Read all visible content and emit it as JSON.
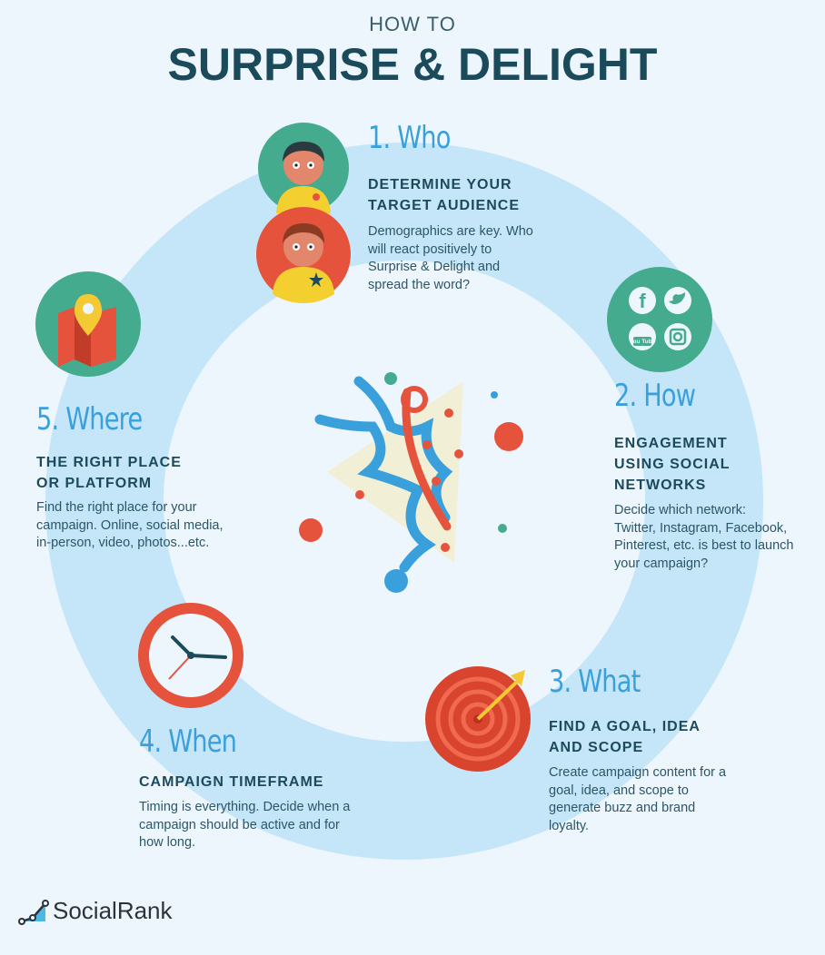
{
  "header": {
    "pretitle": "HOW TO",
    "title": "SURPRISE & DELIGHT"
  },
  "steps": [
    {
      "label": "1. Who",
      "heading": [
        "DETERMINE YOUR",
        "TARGET AUDIENCE"
      ],
      "body": [
        "Demographics are key. Who",
        "will react positively to",
        "Surprise & Delight and",
        "spread the word?"
      ],
      "icon": "people-icon"
    },
    {
      "label": "2. How",
      "heading": [
        "ENGAGEMENT",
        "USING SOCIAL",
        "NETWORKS"
      ],
      "body": [
        "Decide which network:",
        "Twitter, Instagram, Facebook,",
        "Pinterest, etc. is best to launch",
        "your campaign?"
      ],
      "icon": "social-networks-icon",
      "icon_text": "You Tube"
    },
    {
      "label": "3. What",
      "heading": [
        "FIND A GOAL, IDEA",
        "AND SCOPE"
      ],
      "body": [
        "Create campaign content for a",
        "goal, idea, and scope to",
        "generate buzz and  brand",
        "loyalty."
      ],
      "icon": "target-icon"
    },
    {
      "label": "4. When",
      "heading": [
        "CAMPAIGN TIMEFRAME"
      ],
      "body": [
        "Timing is everything. Decide when a",
        "campaign should be active and for",
        "how long."
      ],
      "icon": "clock-icon"
    },
    {
      "label": "5. Where",
      "heading": [
        "THE RIGHT PLACE",
        "OR PLATFORM"
      ],
      "body": [
        "Find the right place for your",
        "campaign. Online, social media,",
        "in-person, video, photos...etc."
      ],
      "icon": "map-pin-icon"
    }
  ],
  "footer": {
    "brand": "SocialRank"
  },
  "colors": {
    "background": "#eef6fd",
    "ring": "#c5e6f9",
    "title": "#1b4a5b",
    "accent_blue": "#3aa0dc",
    "teal": "#3fa98a",
    "red": "#e5533d",
    "yellow": "#f5c933"
  }
}
